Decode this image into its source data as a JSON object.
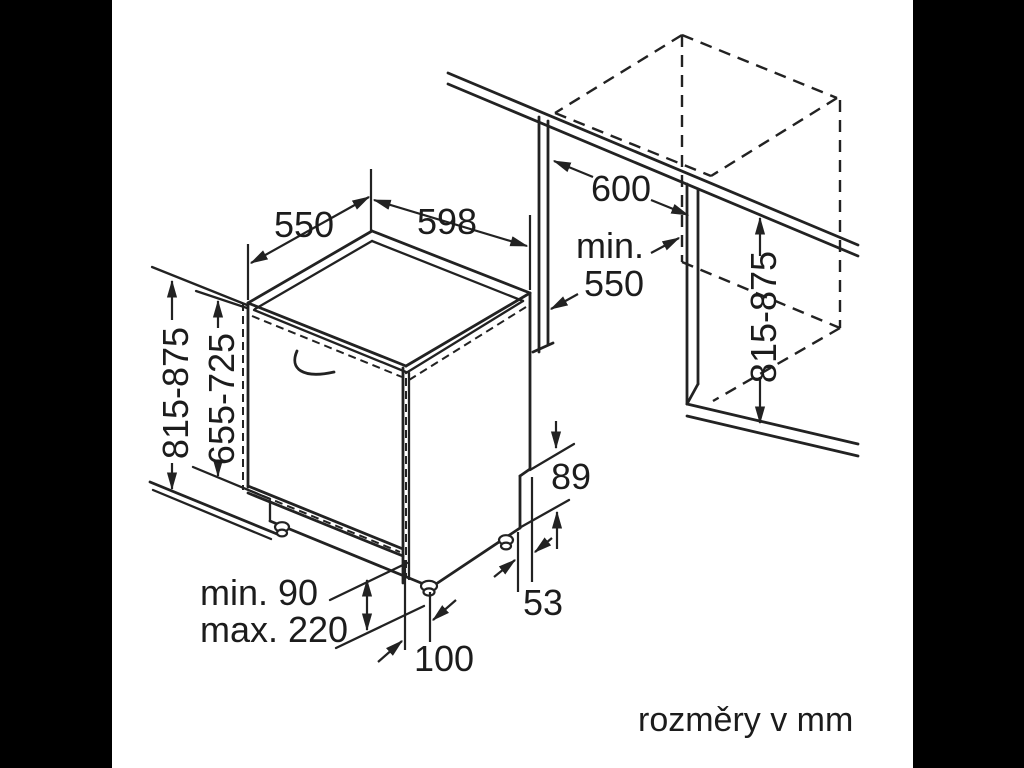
{
  "canvas": {
    "background": "#ffffff",
    "pillar_color": "#000000",
    "line_color": "#222222",
    "text_color": "#1c1c1c"
  },
  "note": "rozměry v mm",
  "dimensions": {
    "top_depth": "550",
    "top_width": "598",
    "worktop_depth": "600",
    "niche_min_line1": "min.",
    "niche_min_line2": "550",
    "height_left": "815-875",
    "front_panel_height": "655-725",
    "height_right": "815-875",
    "plinth_step_height": "89",
    "plinth_side_offset": "53",
    "plinth_front_offset": "100",
    "plinth_min": "min. 90",
    "plinth_max": "max. 220"
  }
}
